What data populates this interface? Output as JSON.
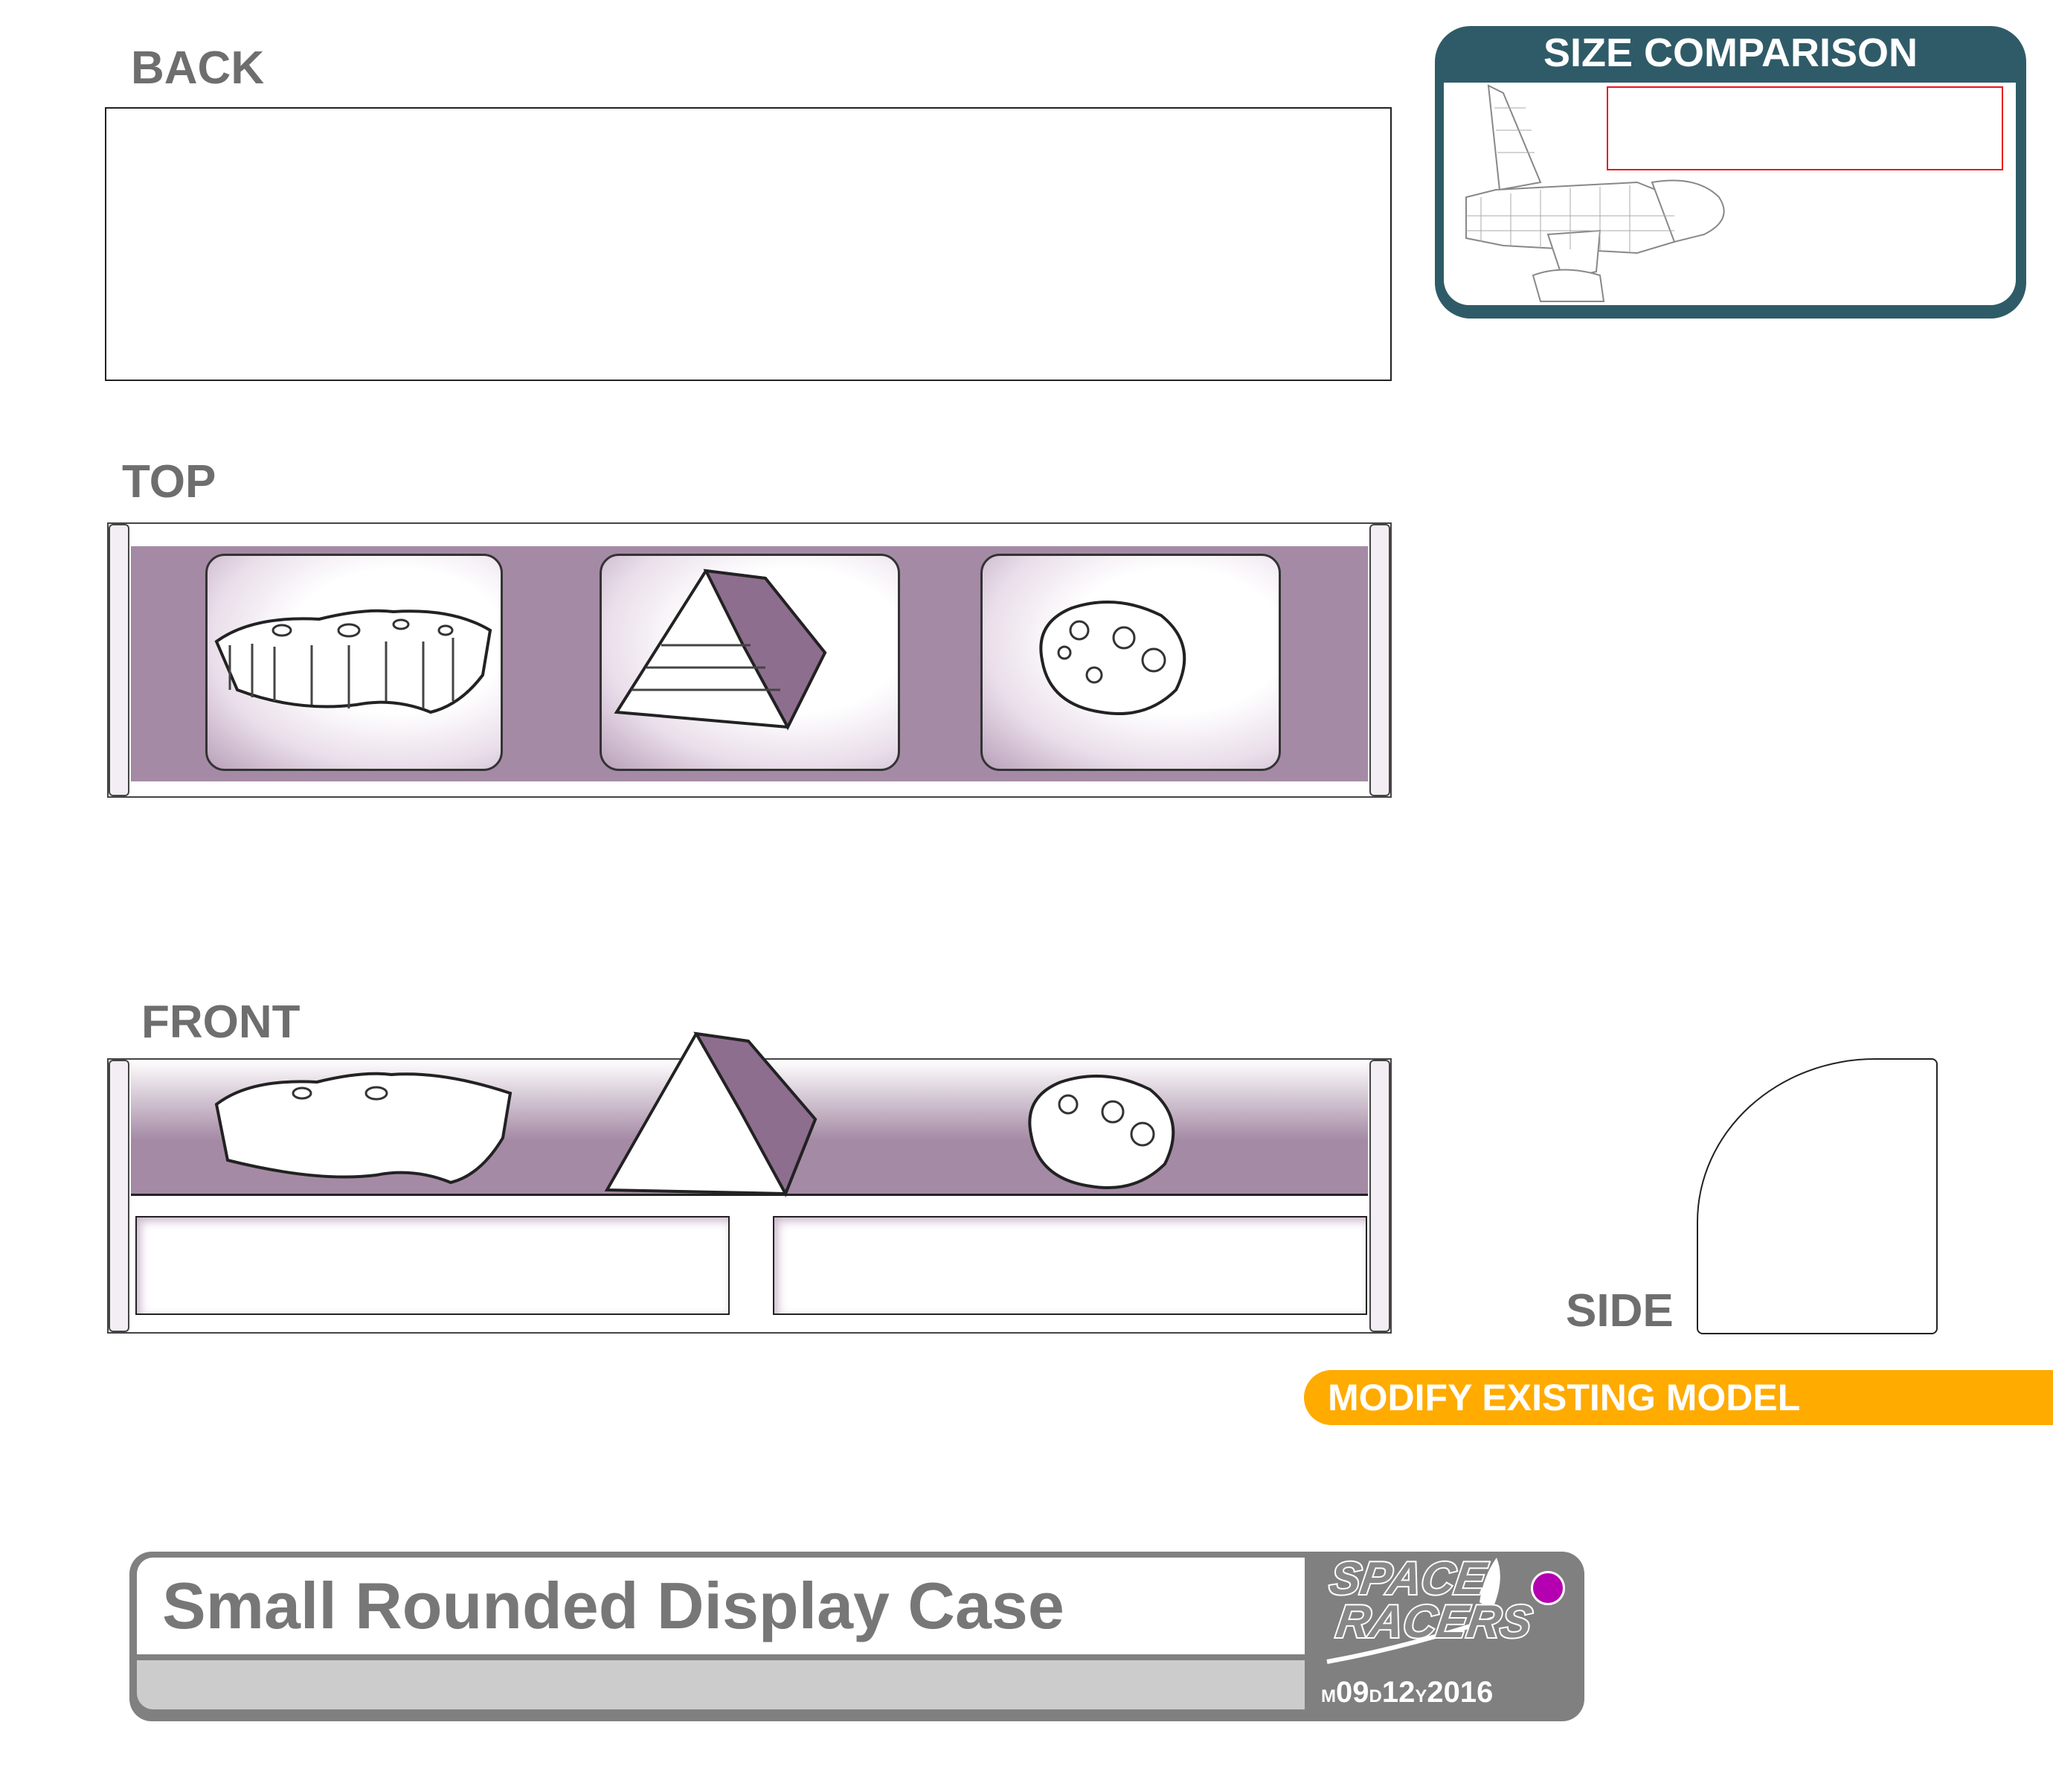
{
  "views": {
    "back_label": "BACK",
    "top_label": "TOP",
    "front_label": "FRONT",
    "side_label": "SIDE"
  },
  "size_comparison": {
    "title": "SIZE COMPARISON",
    "header_color": "#2f5b68",
    "highlight_color": "#e8141e"
  },
  "banner": {
    "text": "MODIFY EXISTING MODEL",
    "color": "#ffab00"
  },
  "title_block": {
    "title": "Small Rounded Display Case",
    "logo_text": "SPACE RACERS",
    "date_m_prefix": "M",
    "date_month": "09",
    "date_d_prefix": "D",
    "date_day": "12",
    "date_y_prefix": "Y",
    "date_year": "2016",
    "status_dot_color": "#b400b0"
  },
  "colors": {
    "case_purple": "#a58aa5"
  }
}
